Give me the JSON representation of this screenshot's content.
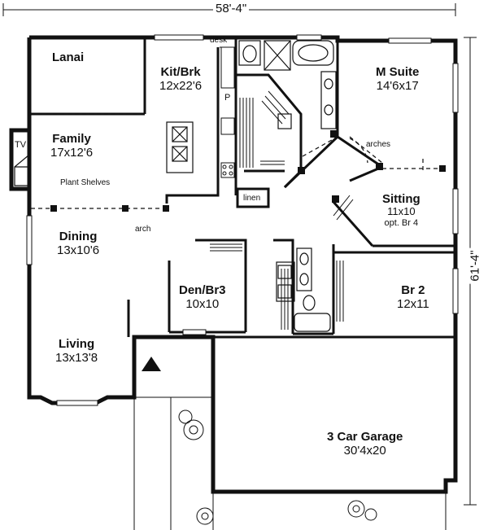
{
  "dimensions": {
    "width": "58'-4\"",
    "depth": "61'-4\""
  },
  "rooms": {
    "lanai": {
      "name": "Lanai"
    },
    "kitchen": {
      "name": "Kit/Brk",
      "size": "12x22'6"
    },
    "family": {
      "name": "Family",
      "size": "17x12'6"
    },
    "msuite": {
      "name": "M Suite",
      "size": "14'6x17"
    },
    "sitting": {
      "name": "Sitting",
      "size": "11x10",
      "note": "opt. Br 4"
    },
    "dining": {
      "name": "Dining",
      "size": "13x10'6"
    },
    "den": {
      "name": "Den/Br3",
      "size": "10x10"
    },
    "br2": {
      "name": "Br 2",
      "size": "12x11"
    },
    "living": {
      "name": "Living",
      "size": "13x13'8"
    },
    "garage": {
      "name": "3 Car Garage",
      "size": "30'4x20"
    }
  },
  "labels": {
    "desk": "desk",
    "pantry": "P",
    "linen": "linen",
    "tv": "TV",
    "plant_shelves": "Plant Shelves",
    "arch": "arch",
    "arches": "arches"
  }
}
